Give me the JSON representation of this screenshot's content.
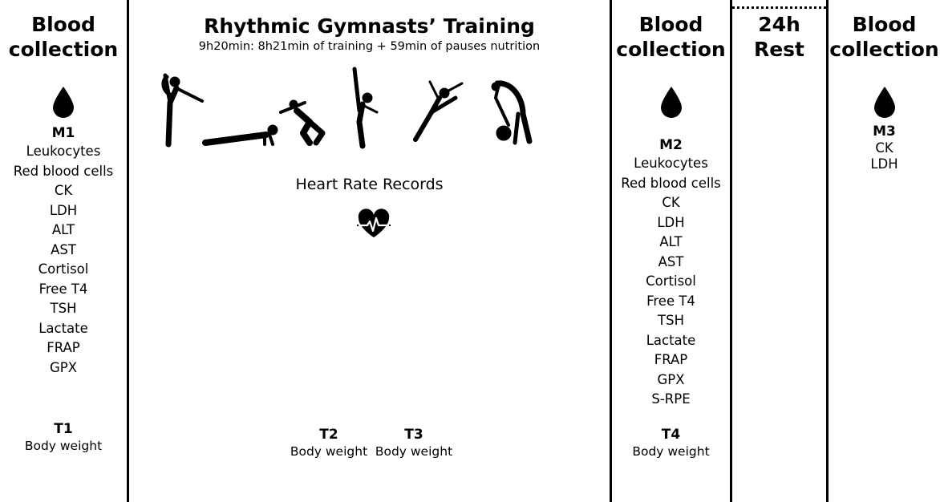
{
  "col1": {
    "heading_line1": "Blood",
    "heading_line2": "collection",
    "drop_icon": "blood-drop-icon",
    "moment": "M1",
    "items": [
      "Leukocytes",
      "Red blood cells",
      "CK",
      "LDH",
      "ALT",
      "AST",
      "Cortisol",
      "Free T4",
      "TSH",
      "Lactate",
      "FRAP",
      "GPX"
    ],
    "time": "T1",
    "time_label": "Body weight"
  },
  "training": {
    "title": "Rhythmic Gymnasts’ Training",
    "subtitle": "9h20min: 8h21min of training + 59min of pauses nutrition",
    "silhouettes": [
      "gymnast-needle-icon",
      "gymnast-plank-icon",
      "gymnast-squat-icon",
      "gymnast-balance-icon",
      "gymnast-leap-icon",
      "gymnast-ball-icon"
    ],
    "heart_rate_label": "Heart Rate Records",
    "heart_icon": "heart-rate-icon",
    "t2": "T2",
    "t2_label": "Body weight",
    "t3": "T3",
    "t3_label": "Body weight"
  },
  "col3": {
    "heading_line1": "Blood",
    "heading_line2": "collection",
    "drop_icon": "blood-drop-icon",
    "moment": "M2",
    "items": [
      "Leukocytes",
      "Red blood cells",
      "CK",
      "LDH",
      "ALT",
      "AST",
      "Cortisol",
      "Free T4",
      "TSH",
      "Lactate",
      "FRAP",
      "GPX",
      "S-RPE"
    ],
    "time": "T4",
    "time_label": "Body weight"
  },
  "rest": {
    "line1": "24h",
    "line2": "Rest"
  },
  "col5": {
    "heading_line1": "Blood",
    "heading_line2": "collection",
    "drop_icon": "blood-drop-icon",
    "moment": "M3",
    "items": [
      "CK",
      "LDH"
    ]
  }
}
